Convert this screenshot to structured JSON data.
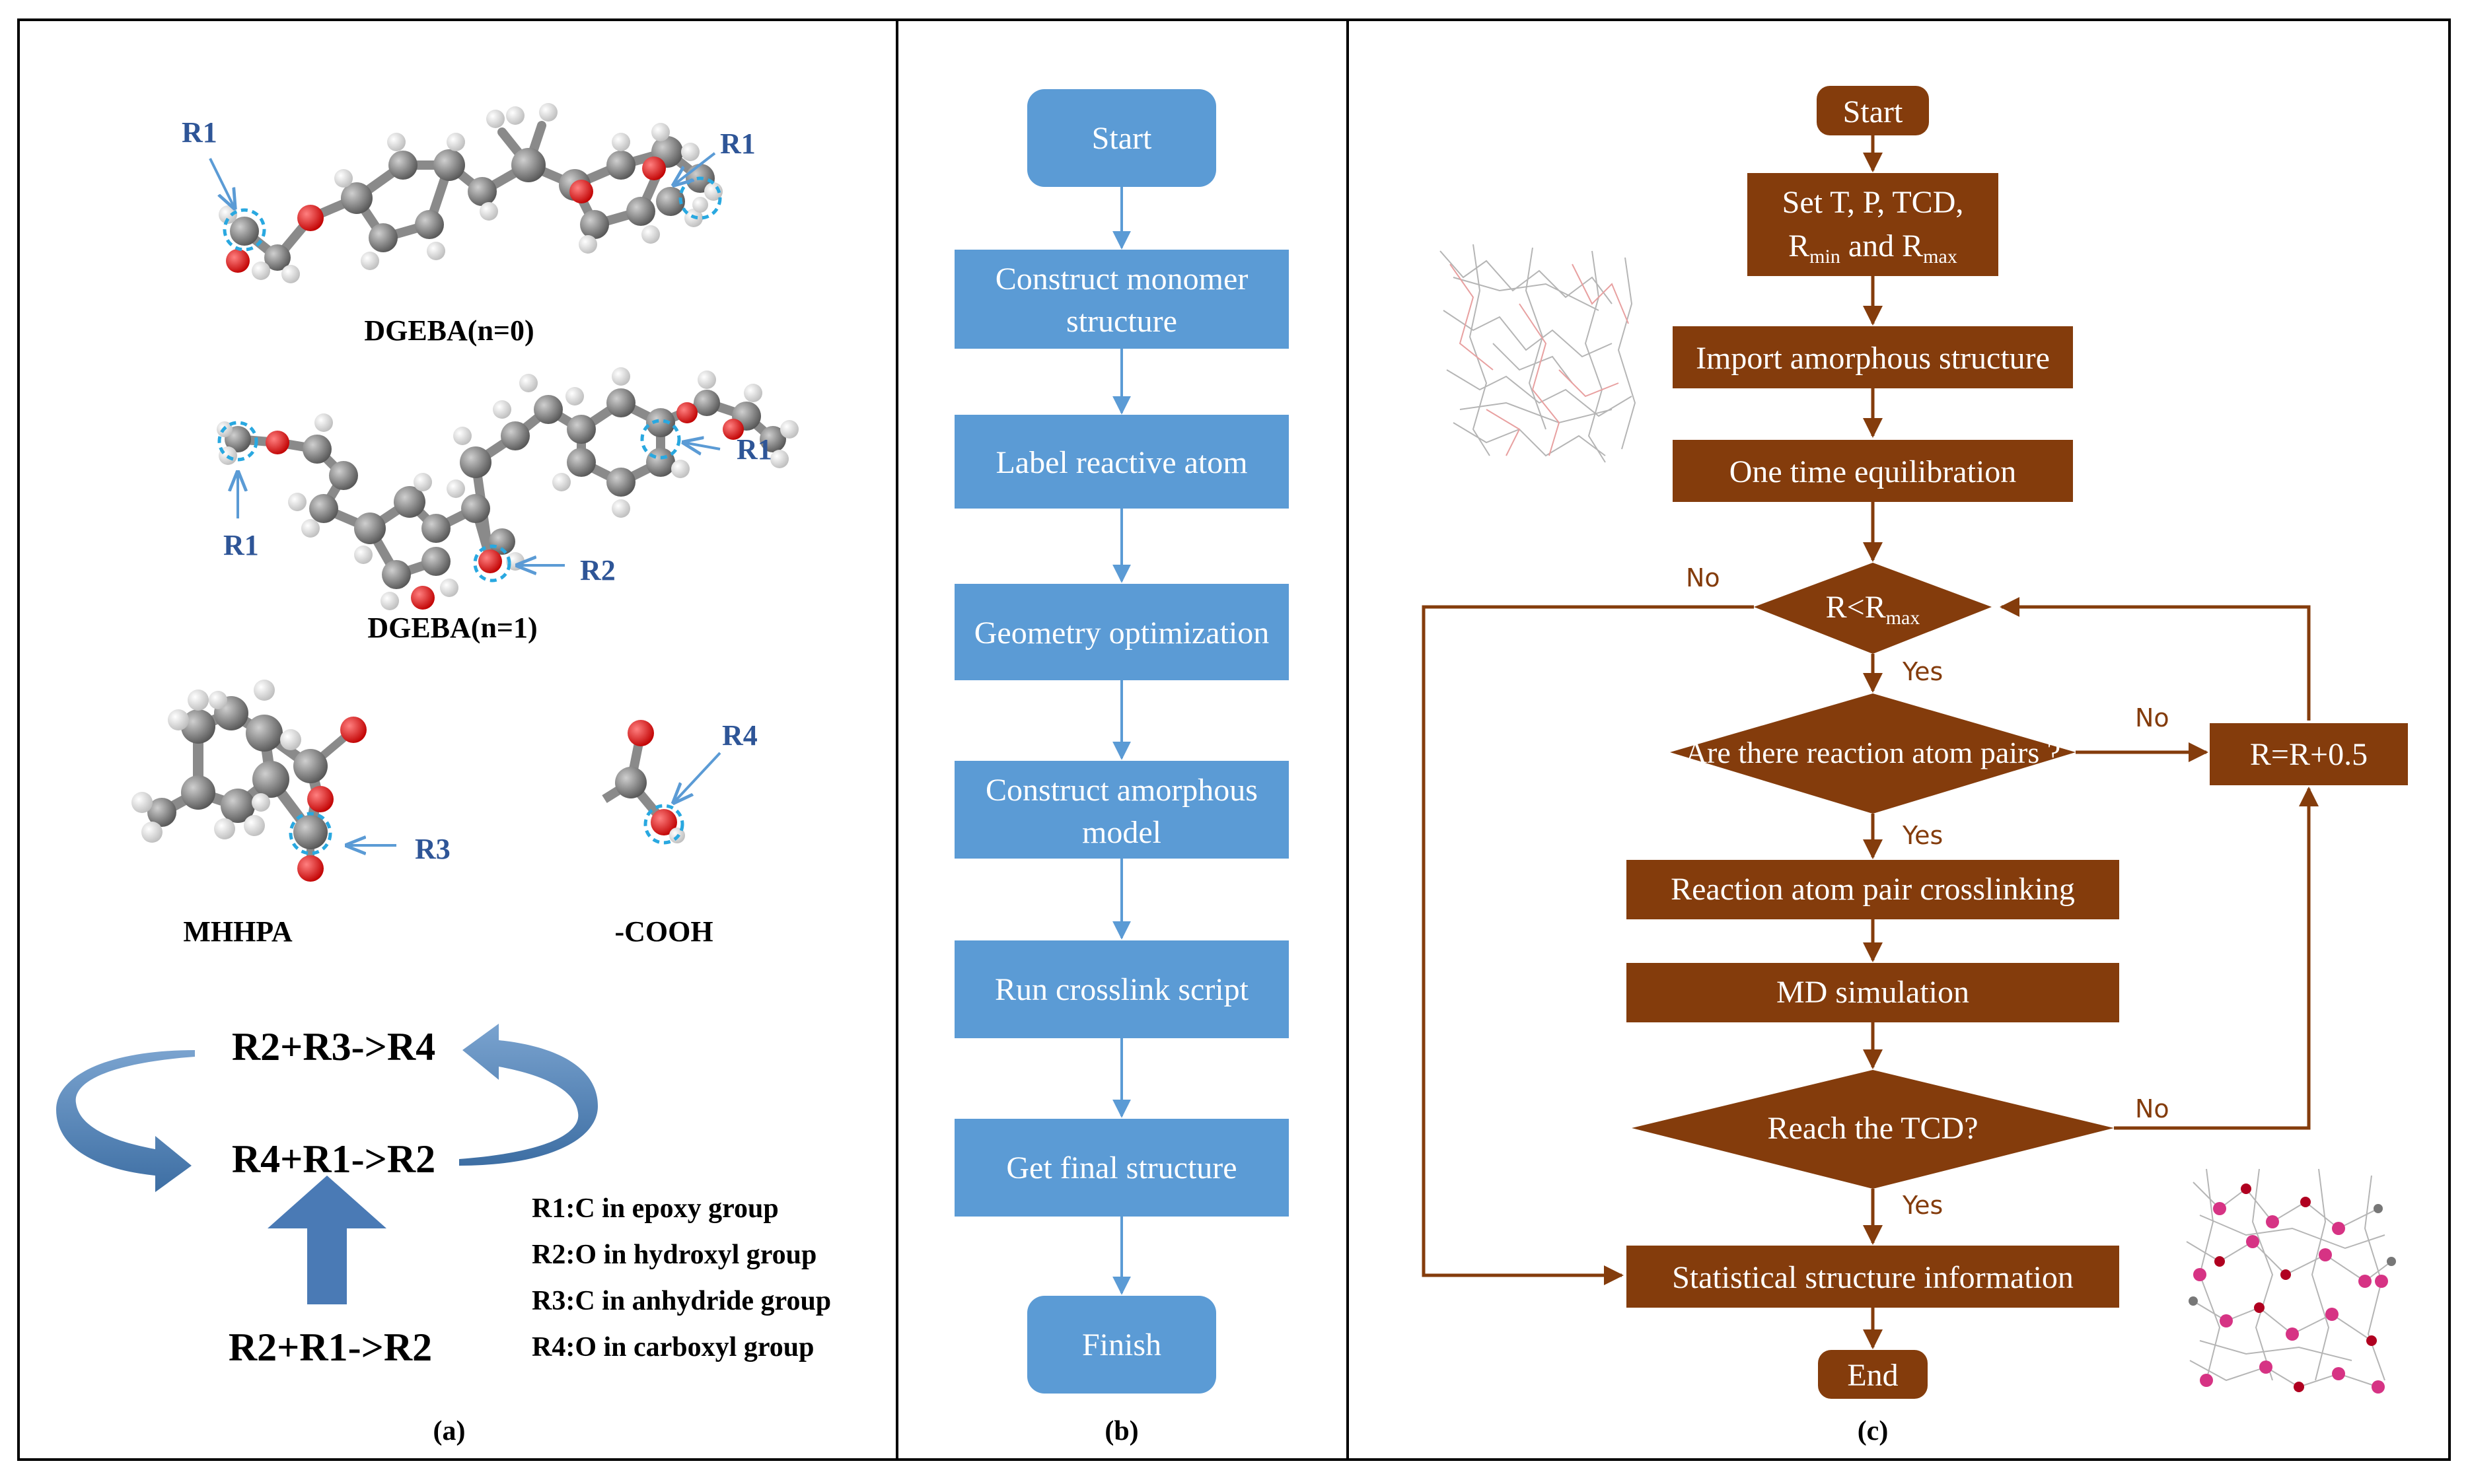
{
  "panel_a": {
    "mol1_r1_left": "R1",
    "mol1_r1_right": "R1",
    "mol1_caption": "DGEBA(n=0)",
    "mol2_r1_right": "R1",
    "mol2_r1_left": "R1",
    "mol2_r2": "R2",
    "mol2_caption": "DGEBA(n=1)",
    "mol3_r3": "R3",
    "mol3_caption": "MHHPA",
    "mol4_r4": "R4",
    "mol4_caption": "-COOH",
    "reaction_1": "R2+R3->R4",
    "reaction_2": "R4+R1->R2",
    "reaction_3": "R2+R1->R2",
    "legend": [
      "R1:C in epoxy group",
      "R2:O in hydroxyl group",
      "R3:C in anhydride group",
      "R4:O in carboxyl group"
    ],
    "label": "(a)"
  },
  "panel_b": {
    "steps": [
      "Start",
      "Construct monomer",
      "structure",
      "Label reactive atom",
      "Geometry optimization",
      "Construct amorphous",
      "model",
      "Run crosslink script",
      "Get final structure",
      "Finish"
    ],
    "label": "(b)"
  },
  "panel_c": {
    "start": "Start",
    "set_line1": "Set T, P, TCD,",
    "set_r": "R",
    "set_min": "min",
    "set_and": " and R",
    "set_max": "max",
    "import": "Import amorphous structure",
    "equil": "One time equilibration",
    "cond_r": "R<R",
    "cond_max": "max",
    "pairs": "Are there reaction atom pairs ?",
    "crosslink": "Reaction atom pair crosslinking",
    "md": "MD simulation",
    "tcd": "Reach the TCD?",
    "stat": "Statistical structure information",
    "end": "End",
    "increment": "R=R+0.5",
    "yes1": "Yes",
    "yes2": "Yes",
    "yes3": "Yes",
    "no1": "No",
    "no2": "No",
    "no3": "No",
    "label": "(c)"
  },
  "colors": {
    "blue_box": "#5b9bd5",
    "blue_arrow": "#5b9bd5",
    "brown_box": "#843c0c",
    "brown_line": "#843c0c",
    "label_blue": "#2e5597",
    "cyan_dash": "#29a8e0"
  }
}
